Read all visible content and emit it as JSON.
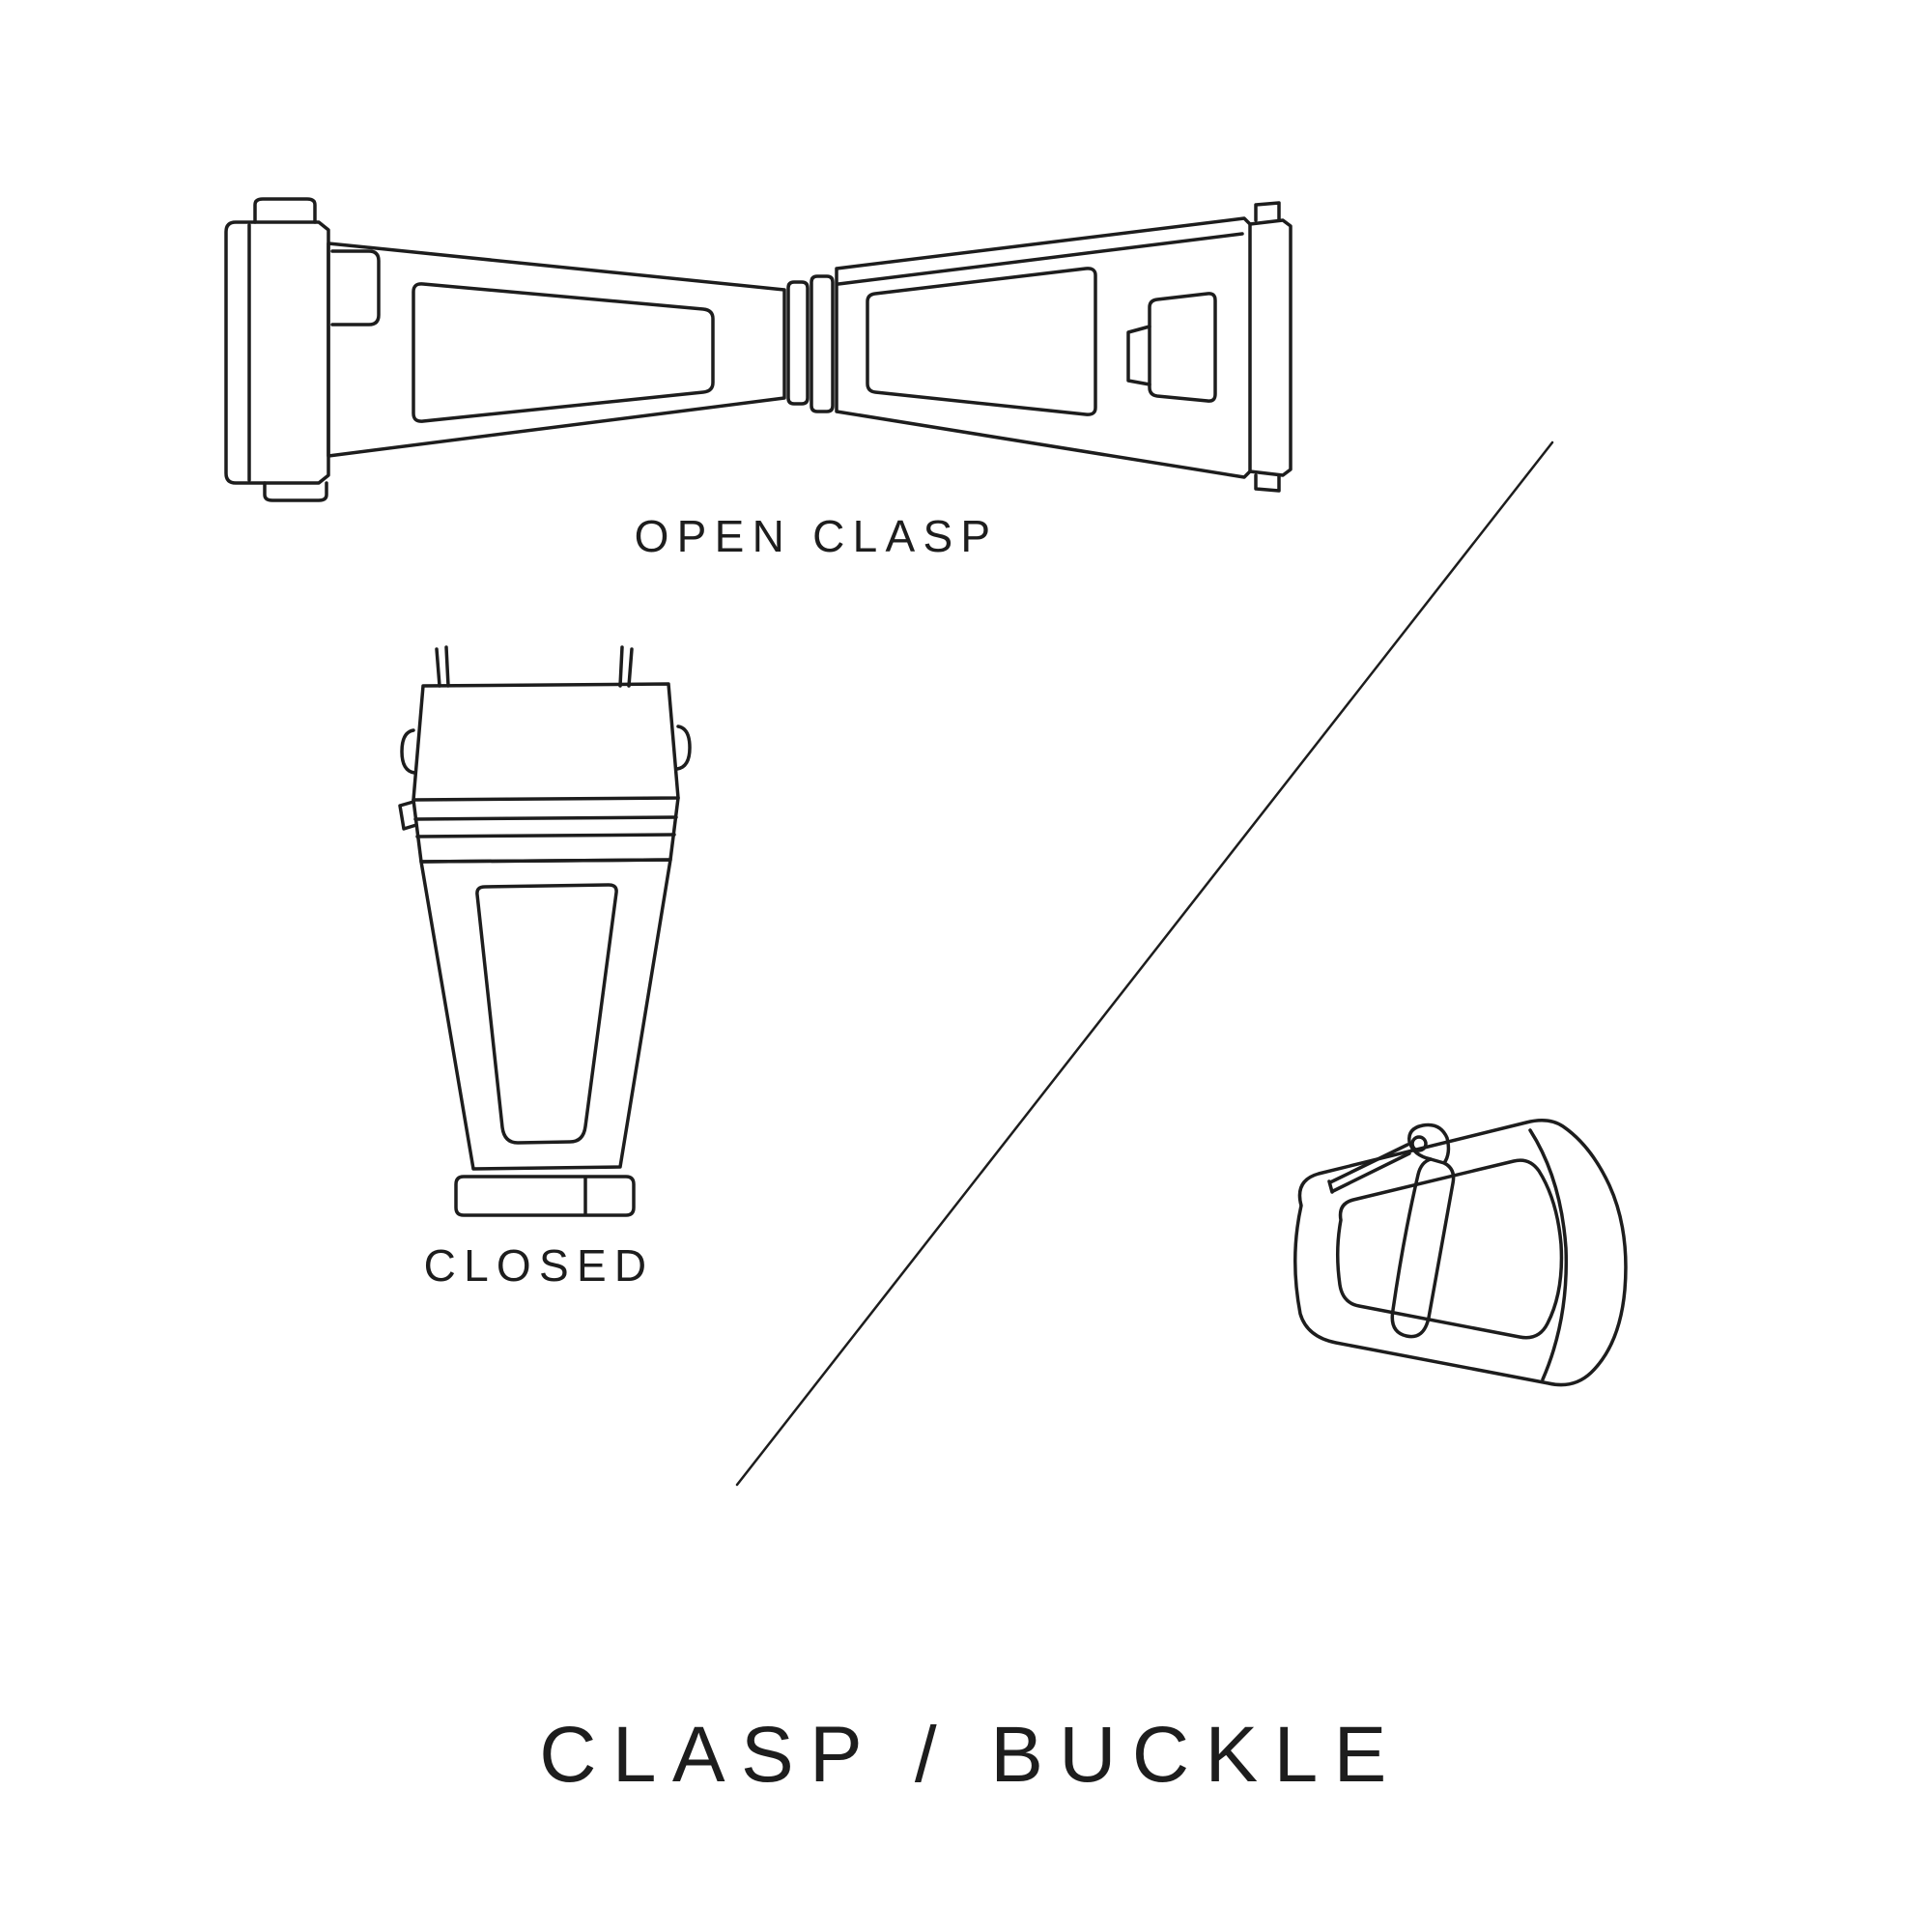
{
  "title": "CLASP / BUCKLE",
  "labels": {
    "open_clasp": "OPEN CLASP",
    "closed": "CLOSED"
  },
  "colors": {
    "line": "#1d1d1d",
    "background": "#ffffff"
  },
  "illustrations": {
    "open_clasp": "open-deployant-clasp-line-drawing",
    "closed_clasp": "closed-clasp-line-drawing",
    "buckle": "tang-buckle-line-drawing",
    "divider": "diagonal-divider-line"
  }
}
